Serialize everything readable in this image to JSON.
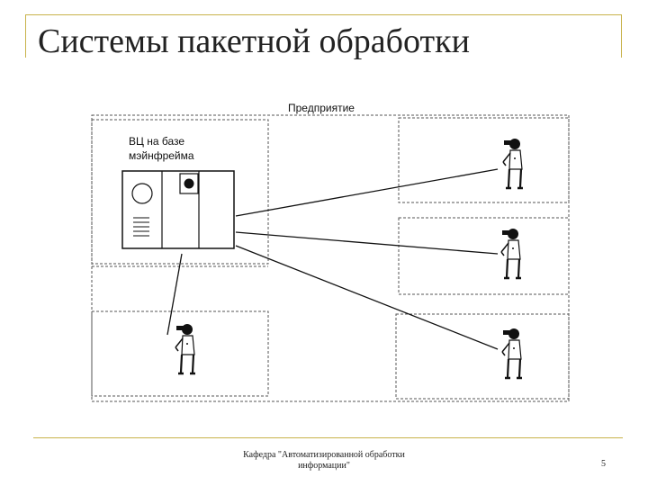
{
  "slide": {
    "title": "Системы пакетной обработки",
    "footer": {
      "line1": "Кафедра \"Автоматизированной обработки",
      "line2": "информации\"",
      "page_number": "5"
    }
  },
  "diagram": {
    "enterprise_label": "Предприятие",
    "mainframe_label_line1": "ВЦ на базе",
    "mainframe_label_line2": "мэйнфрейма",
    "terminal_user_icon": "person-icon",
    "terminal_user_count": 4
  }
}
